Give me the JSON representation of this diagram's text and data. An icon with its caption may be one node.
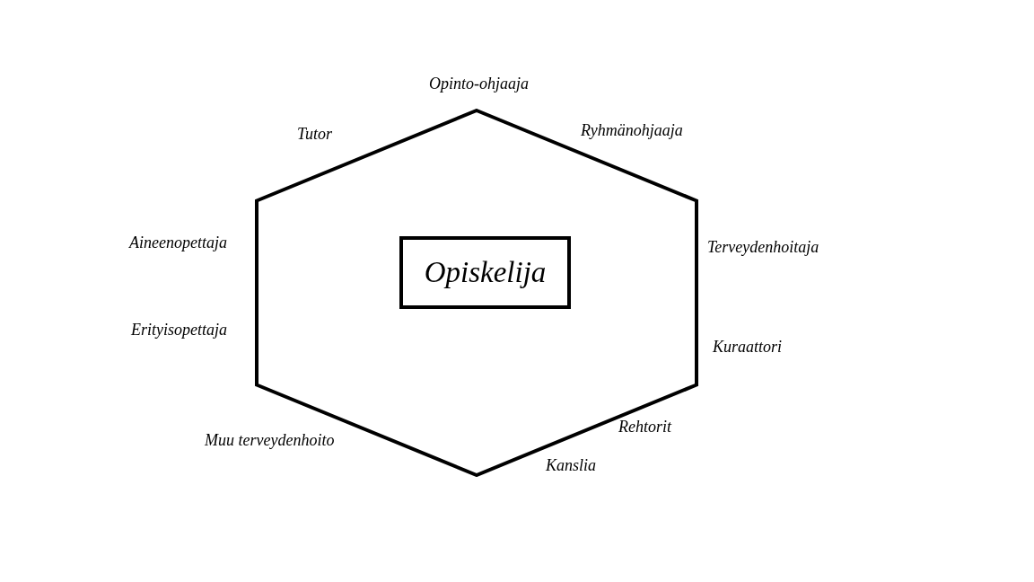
{
  "diagram": {
    "nodes": [
      {
        "text": [],
        "shape": "hexagon"
      },
      {
        "text": [
          "Opiskelija"
        ],
        "in": 0
      }
    ],
    "edges": [],
    "labels": [
      "Opinto-ohjaaja",
      "Tutor",
      "Ryhmänohjaaja",
      "Aineenopettaja",
      "Terveydenhoitaja",
      "Erityisopettaja",
      "Kuraattori",
      "Muu terveydenhoito",
      "Rehtorit",
      "Kanslia"
    ]
  }
}
